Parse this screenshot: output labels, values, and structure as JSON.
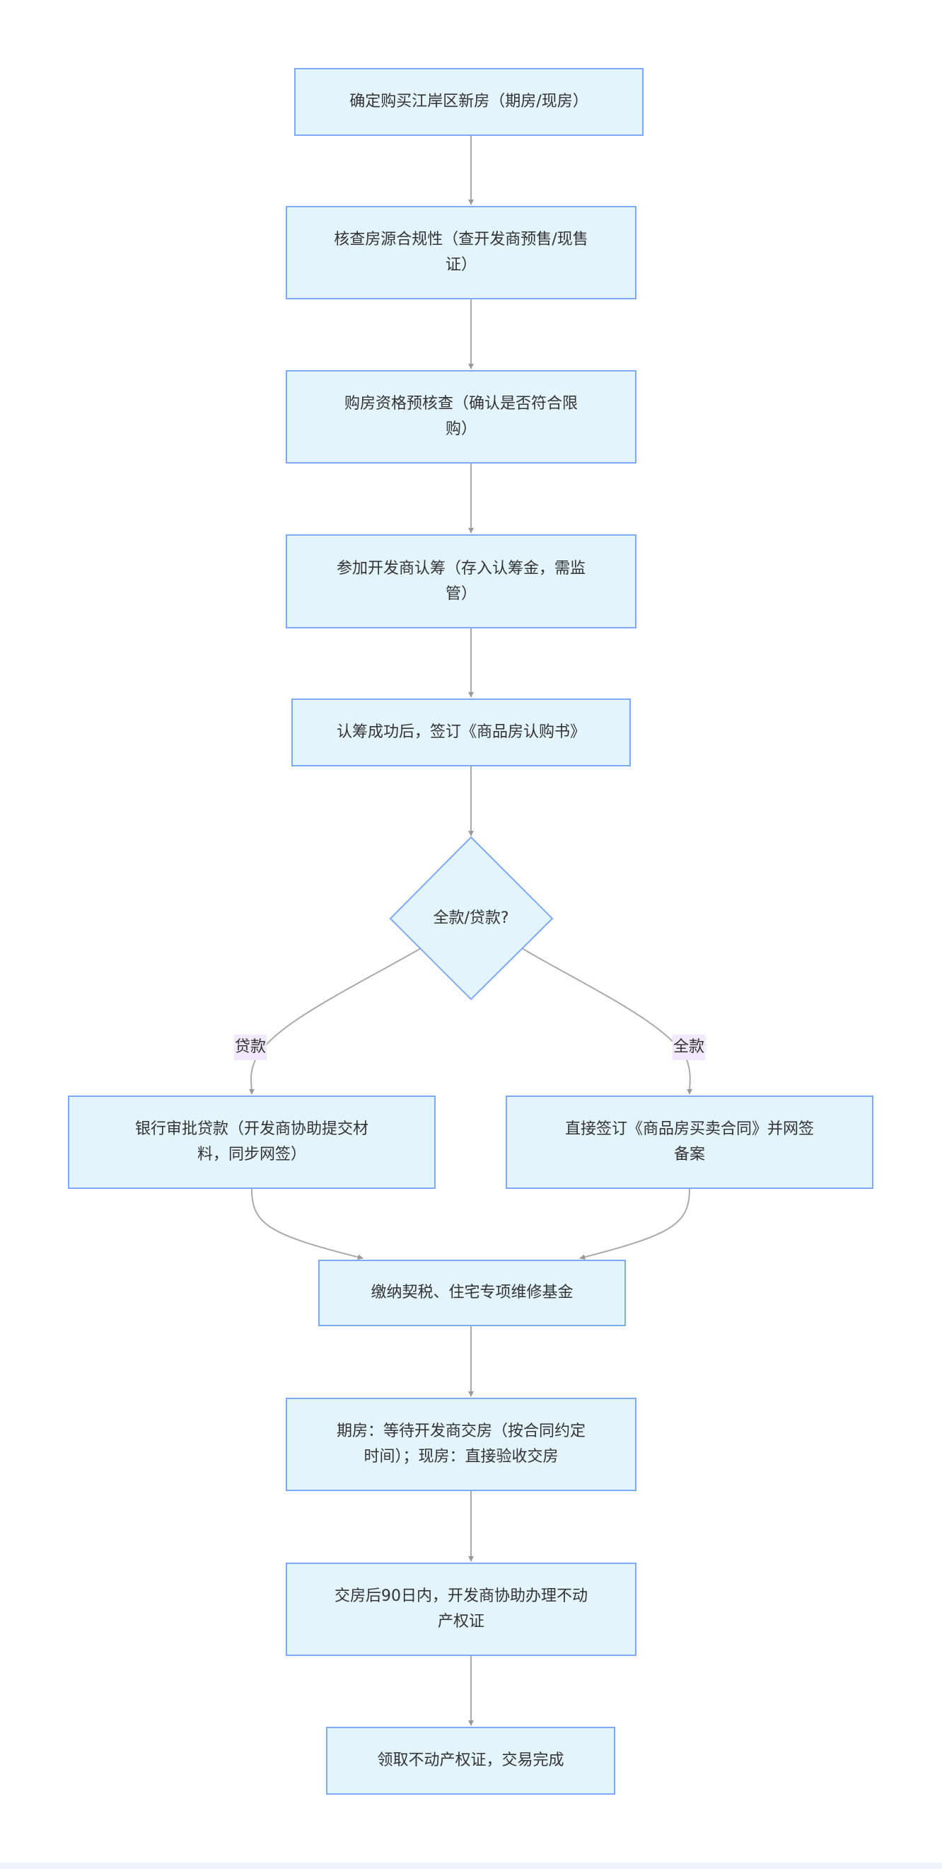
{
  "colors": {
    "node_fill": "#e3f4fd",
    "node_border": "#7eaaf5",
    "edge": "#aaaaaa",
    "arrow": "#999999",
    "edge_label_bg": "#f1e8fb",
    "text": "#333333"
  },
  "nodes": [
    {
      "id": "A",
      "text": "确定购买江岸区新房（期房/现房）"
    },
    {
      "id": "B",
      "text": "核查房源合规性（查开发商预售/现售证）"
    },
    {
      "id": "C",
      "text": "购房资格预核查（确认是否符合限购）"
    },
    {
      "id": "D",
      "text": "参加开发商认筹（存入认筹金，需监管）"
    },
    {
      "id": "E",
      "text": "认筹成功后，签订《商品房认购书》"
    },
    {
      "id": "F",
      "text": "全款/贷款?",
      "shape": "diamond"
    },
    {
      "id": "G",
      "text": "银行审批贷款（开发商协助提交材料，同步网签）"
    },
    {
      "id": "H",
      "text": "直接签订《商品房买卖合同》并网签备案"
    },
    {
      "id": "I",
      "text": "缴纳契税、住宅专项维修基金"
    },
    {
      "id": "J",
      "text": "期房：等待开发商交房（按合同约定时间）；现房：直接验收交房"
    },
    {
      "id": "K",
      "text": "交房后90日内，开发商协助办理不动产权证"
    },
    {
      "id": "L",
      "text": "领取不动产权证，交易完成"
    }
  ],
  "edges": [
    {
      "from": "A",
      "to": "B",
      "label": ""
    },
    {
      "from": "B",
      "to": "C",
      "label": ""
    },
    {
      "from": "C",
      "to": "D",
      "label": ""
    },
    {
      "from": "D",
      "to": "E",
      "label": ""
    },
    {
      "from": "E",
      "to": "F",
      "label": ""
    },
    {
      "from": "F",
      "to": "G",
      "label": "贷款"
    },
    {
      "from": "F",
      "to": "H",
      "label": "全款"
    },
    {
      "from": "G",
      "to": "I",
      "label": ""
    },
    {
      "from": "H",
      "to": "I",
      "label": ""
    },
    {
      "from": "I",
      "to": "J",
      "label": ""
    },
    {
      "from": "J",
      "to": "K",
      "label": ""
    },
    {
      "from": "K",
      "to": "L",
      "label": ""
    }
  ],
  "labels": {
    "loan": "贷款",
    "full": "全款"
  },
  "lines": {
    "A": [
      "确定购买江岸区新房（期房/现房）"
    ],
    "B": [
      "核查房源合规性（查开发商预售/现售",
      "证）"
    ],
    "C": [
      "购房资格预核查（确认是否符合限",
      "购）"
    ],
    "D": [
      "参加开发商认筹（存入认筹金，需监",
      "管）"
    ],
    "E": [
      "认筹成功后，签订《商品房认购书》"
    ],
    "F": [
      "全款/贷款?"
    ],
    "G": [
      "银行审批贷款（开发商协助提交材",
      "料，同步网签）"
    ],
    "H": [
      "直接签订《商品房买卖合同》并网签",
      "备案"
    ],
    "I": [
      "缴纳契税、住宅专项维修基金"
    ],
    "J": [
      "期房：等待开发商交房（按合同约定",
      "时间）；现房：直接验收交房"
    ],
    "K": [
      "交房后90日内，开发商协助办理不动",
      "产权证"
    ],
    "L": [
      "领取不动产权证，交易完成"
    ]
  }
}
